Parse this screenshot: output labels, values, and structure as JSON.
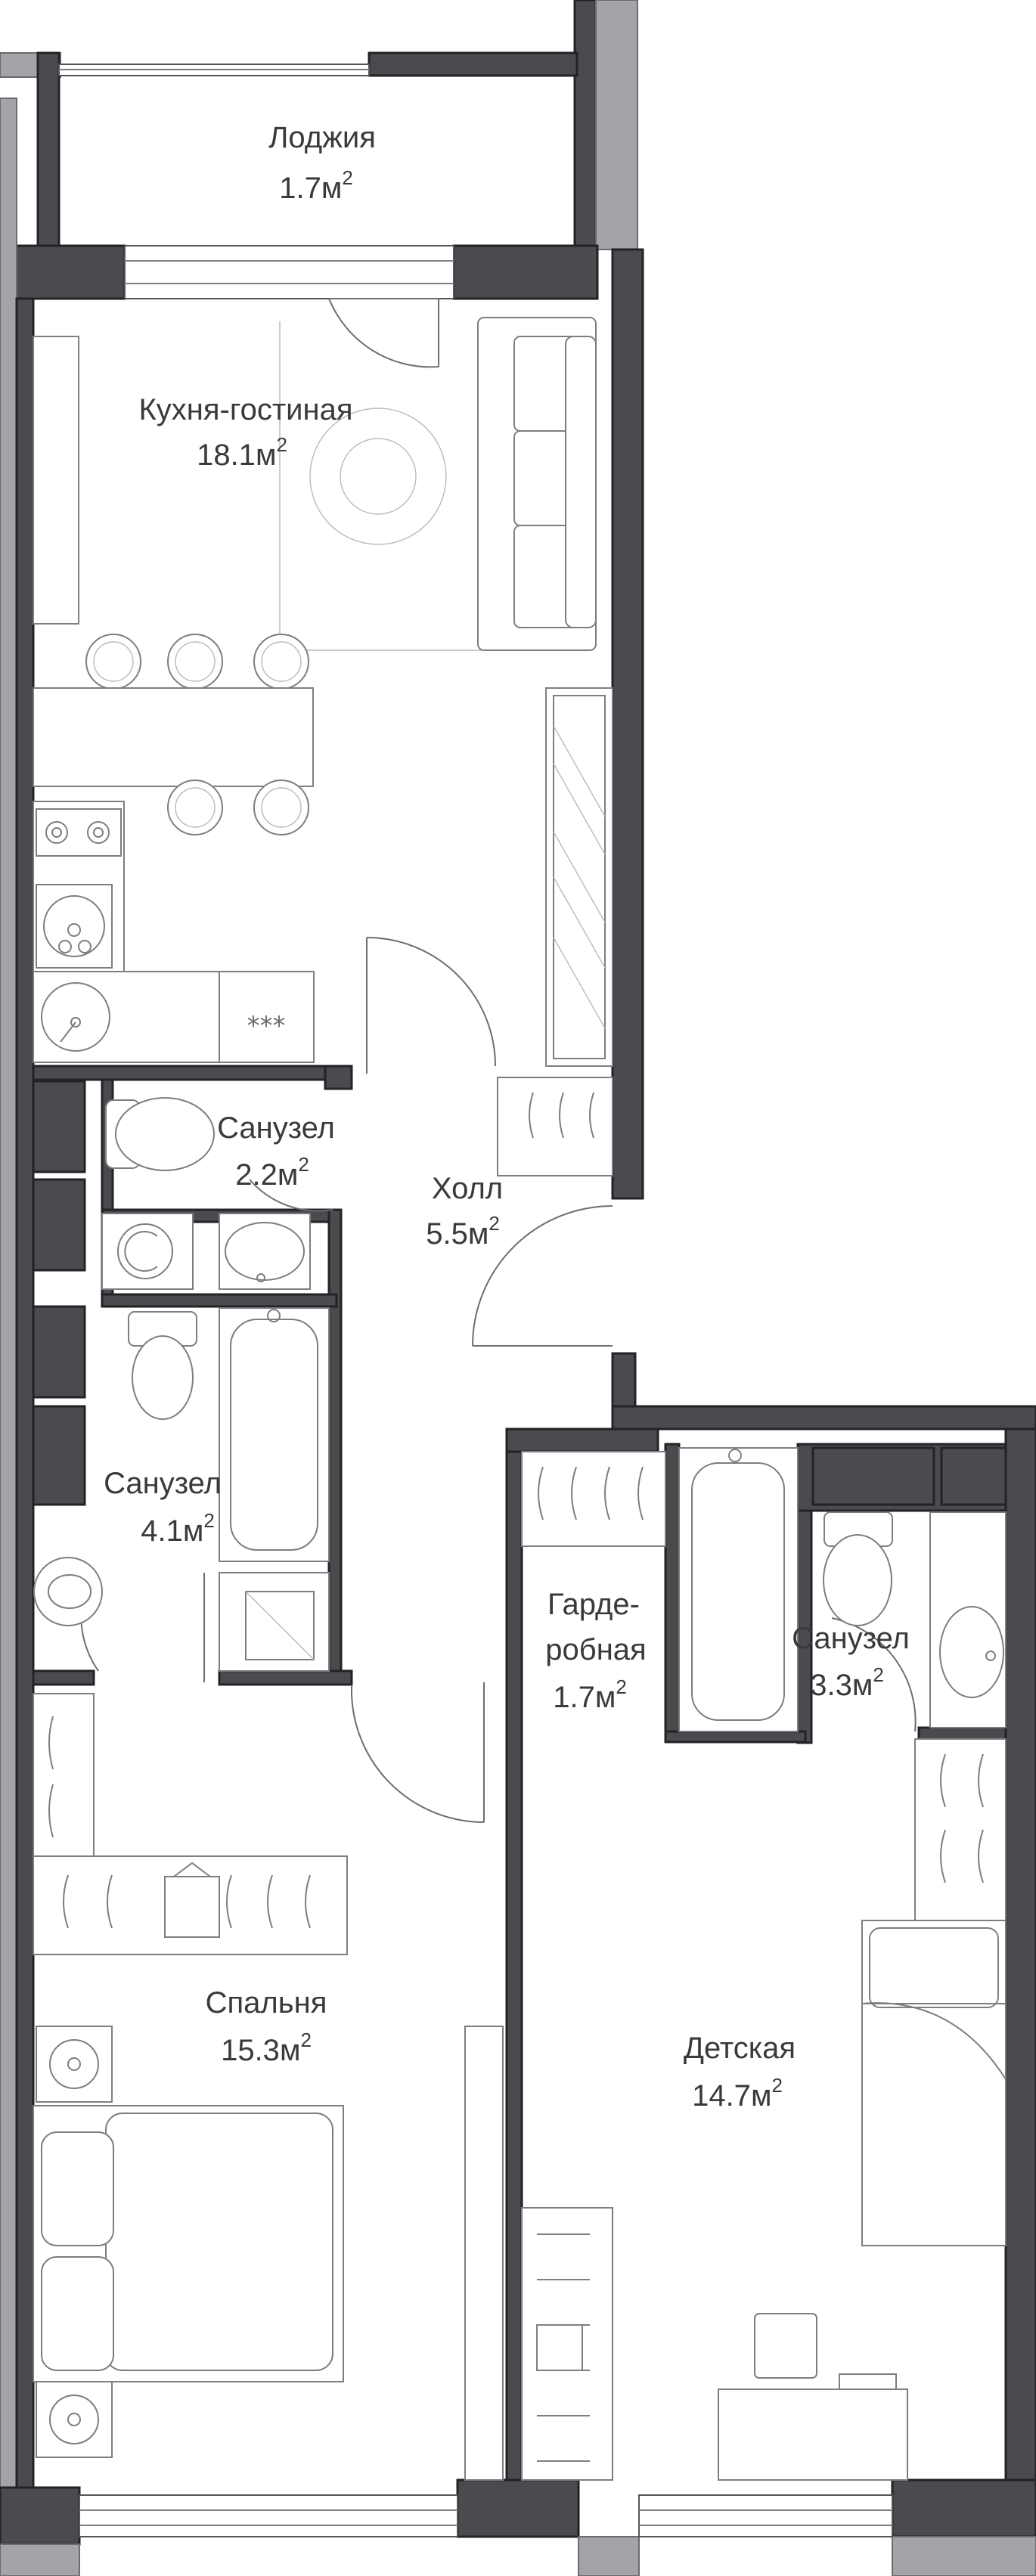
{
  "plan": {
    "area_unit": "м",
    "area_power": "2",
    "rooms": [
      {
        "id": "loggia",
        "label": "Лоджия",
        "area": "1.7"
      },
      {
        "id": "kitchen_living",
        "label": "Кухня-гостиная",
        "area": "18.1"
      },
      {
        "id": "wc_small",
        "label": "Санузел",
        "area": "2.2"
      },
      {
        "id": "hall",
        "label": "Холл",
        "area": "5.5"
      },
      {
        "id": "bath_main",
        "label": "Санузел",
        "area": "4.1"
      },
      {
        "id": "wardrobe",
        "label_line1": "Гарде-",
        "label_line2": "робная",
        "area": "1.7"
      },
      {
        "id": "bath_kids",
        "label": "Санузел",
        "area": "3.3"
      },
      {
        "id": "bedroom",
        "label": "Спальня",
        "area": "15.3"
      },
      {
        "id": "kids",
        "label": "Детская",
        "area": "14.7"
      }
    ],
    "cooktop_glyph": "***",
    "colors": {
      "wall": "#4a4b4e",
      "line": "#7d7e82",
      "text": "#3a3a3c"
    }
  }
}
